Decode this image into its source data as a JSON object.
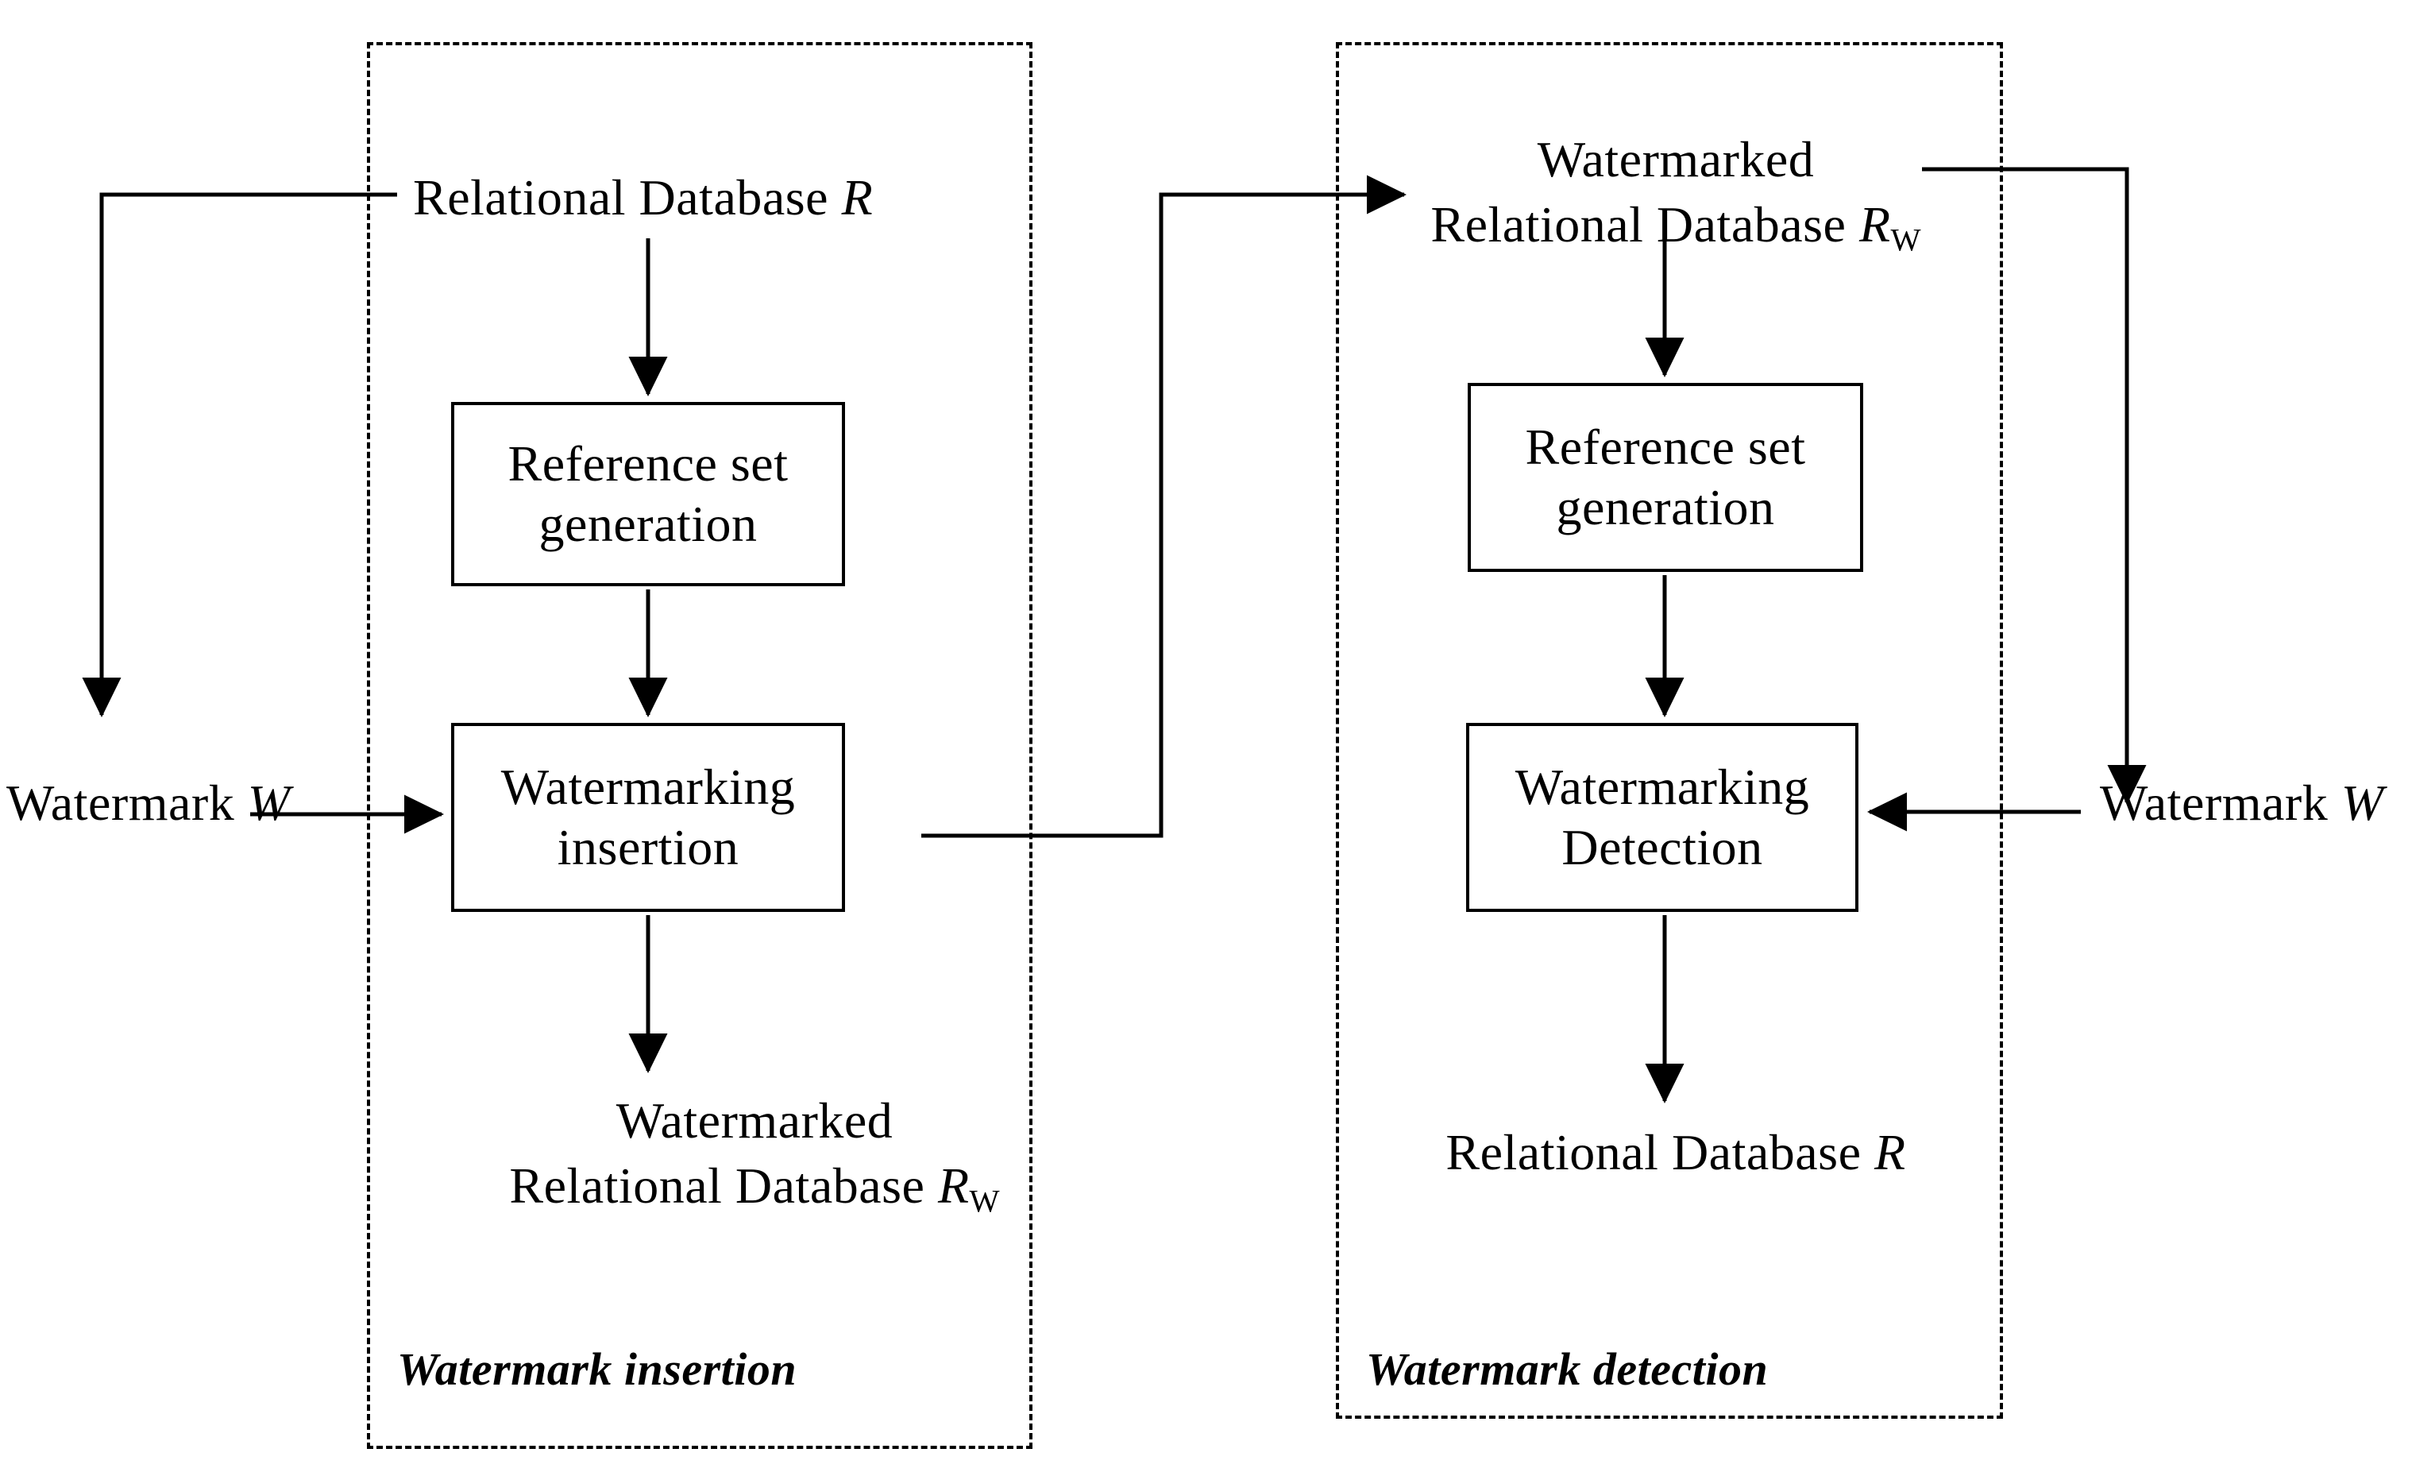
{
  "diagram": {
    "title": "Watermark insertion and detection framework for relational databases",
    "stroke_color": "#000000",
    "background_color": "#ffffff",
    "panels": [
      {
        "id": "insertion",
        "caption": "Watermark insertion",
        "boxes": [
          {
            "id": "reference-set-generation",
            "line1": "Reference set",
            "line2": "generation"
          },
          {
            "id": "watermarking-insertion",
            "line1": "Watermarking",
            "line2": "insertion"
          }
        ]
      },
      {
        "id": "detection",
        "caption": "Watermark detection",
        "boxes": [
          {
            "id": "reference-set-generation",
            "line1": "Reference set",
            "line2": "generation"
          },
          {
            "id": "watermarking-detection",
            "line1": "Watermarking",
            "line2": "Detection"
          }
        ]
      }
    ],
    "labels": {
      "relational_database_r": {
        "text": "Relational Database ",
        "symbol": "R",
        "subscript": ""
      },
      "watermark_w_left": {
        "text": "Watermark ",
        "symbol": "W",
        "subscript": ""
      },
      "watermarked_rel_db_rw_left": {
        "line1": "Watermarked",
        "line2": "Relational Database ",
        "symbol": "R",
        "subscript": "W"
      },
      "watermarked_rel_db_rw_right": {
        "line1": "Watermarked",
        "line2": "Relational Database ",
        "symbol": "R",
        "subscript": "W"
      },
      "watermark_w_right": {
        "text": "Watermark ",
        "symbol": "W",
        "subscript": ""
      },
      "relational_database_r_output": {
        "text": "Relational Database ",
        "symbol": "R",
        "subscript": ""
      }
    },
    "connectors": [
      {
        "id": "r-to-refgen",
        "from": "relational-database-r",
        "to": "reference-set-generation",
        "direction": "down",
        "arrowhead": true
      },
      {
        "id": "refgen-to-wmins",
        "from": "reference-set-generation",
        "to": "watermarking-insertion",
        "direction": "down",
        "arrowhead": true
      },
      {
        "id": "r-to-watermark-w",
        "from": "relational-database-r",
        "to": "watermark-w-left",
        "direction": "left-down",
        "arrowhead": true
      },
      {
        "id": "watermark-w-to-wmins",
        "from": "watermark-w-left",
        "to": "watermarking-insertion",
        "direction": "right",
        "arrowhead": true
      },
      {
        "id": "wmins-to-rw",
        "from": "watermarking-insertion",
        "to": "watermarked-rel-db-rw-left",
        "direction": "down",
        "arrowhead": true
      },
      {
        "id": "wmins-to-rw-right-panel",
        "from": "watermarking-insertion",
        "to": "watermarked-rel-db-rw-right",
        "direction": "right-up-right",
        "arrowhead": true
      },
      {
        "id": "rw-to-refgen-det",
        "from": "watermarked-rel-db-rw-right",
        "to": "reference-set-generation-det",
        "direction": "down",
        "arrowhead": true
      },
      {
        "id": "refgen-det-to-wmdet",
        "from": "reference-set-generation-det",
        "to": "watermarking-detection",
        "direction": "down",
        "arrowhead": true
      },
      {
        "id": "rw-to-watermark-w-right",
        "from": "watermarked-rel-db-rw-right",
        "to": "watermark-w-right",
        "direction": "right-down",
        "arrowhead": true
      },
      {
        "id": "watermark-w-right-to-wmdet",
        "from": "watermark-w-right",
        "to": "watermarking-detection",
        "direction": "left",
        "arrowhead": true
      },
      {
        "id": "wmdet-to-r",
        "from": "watermarking-detection",
        "to": "relational-database-r-output",
        "direction": "down",
        "arrowhead": true
      }
    ]
  }
}
